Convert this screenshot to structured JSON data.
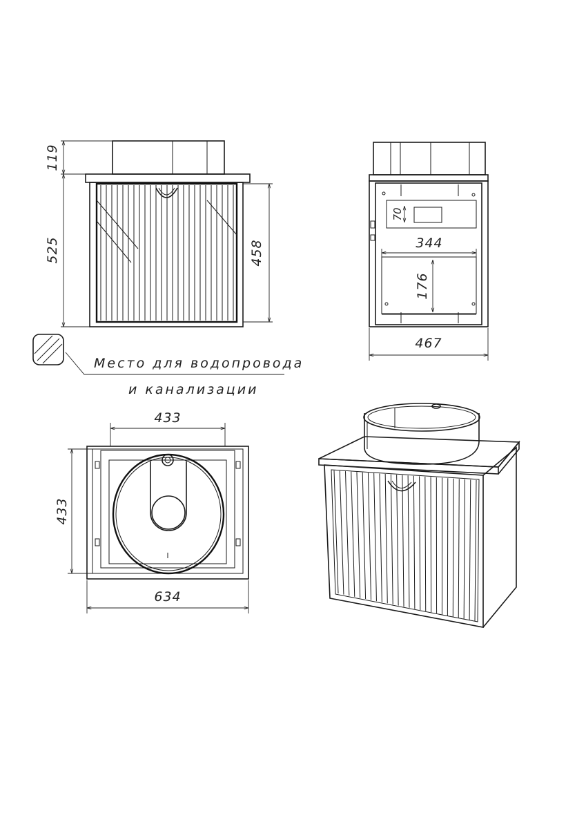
{
  "dimensions": {
    "front_sink_height": "119",
    "front_total_height": "525",
    "front_inner_height": "458",
    "side_small": "70",
    "side_344": "344",
    "side_176": "176",
    "side_width": "467",
    "top_inner": "433",
    "top_depth": "433",
    "top_width": "634"
  },
  "legend": {
    "line1": "Место для водопровода",
    "line2": "и канализации"
  },
  "colors": {
    "line": "#1a1a1a",
    "background": "#ffffff"
  }
}
